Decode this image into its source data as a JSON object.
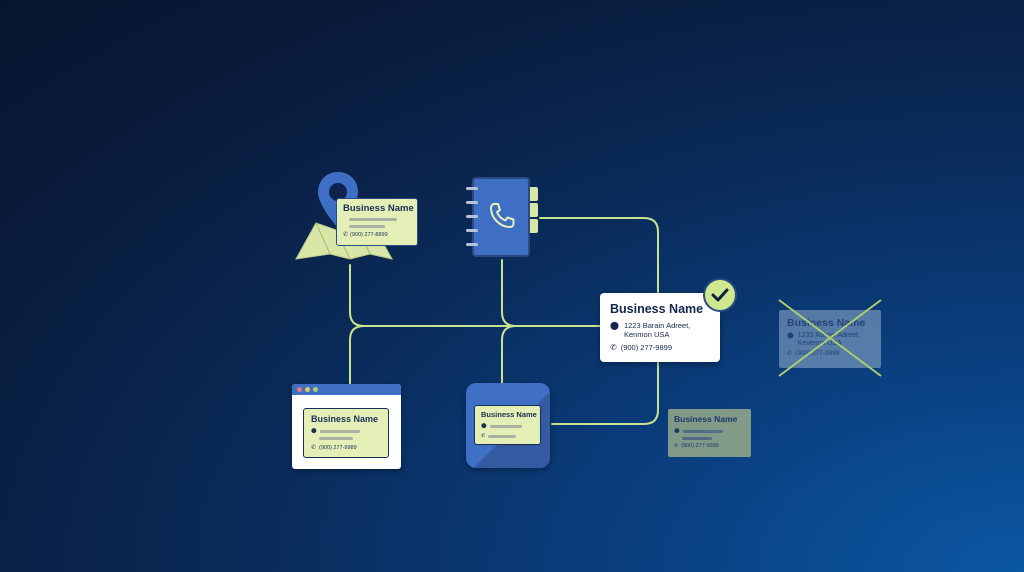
{
  "cards": {
    "map": {
      "title": "Business Name",
      "phone": "(900) 277-8899"
    },
    "main": {
      "title": "Business Name",
      "address_line1": "1223 Barain Adreet,",
      "address_line2": "Kenmon USA",
      "phone": "(900) 277-9899"
    },
    "rejected": {
      "title": "Business Name",
      "address_line1": "1233 Ranan Adreet,",
      "address_line2": "Kevenon USA",
      "phone": "(900) 277-9899"
    },
    "browser": {
      "title": "Business Name",
      "phone": "(900) 277-9989"
    },
    "app": {
      "title": "Business Name"
    },
    "faded": {
      "title": "Business Name",
      "phone": "(900) 277-9999"
    }
  },
  "colors": {
    "connector": "#c7e38f",
    "card_bg": "#e4efb8",
    "accent_blue": "#3f6fc4",
    "check_bg": "#cfe88c",
    "reject_x": "#a9cf6e"
  },
  "icons": {
    "location": "map-pin-icon",
    "phone": "phone-icon",
    "verified": "check-icon",
    "duplicate": "cross-out-icon"
  }
}
